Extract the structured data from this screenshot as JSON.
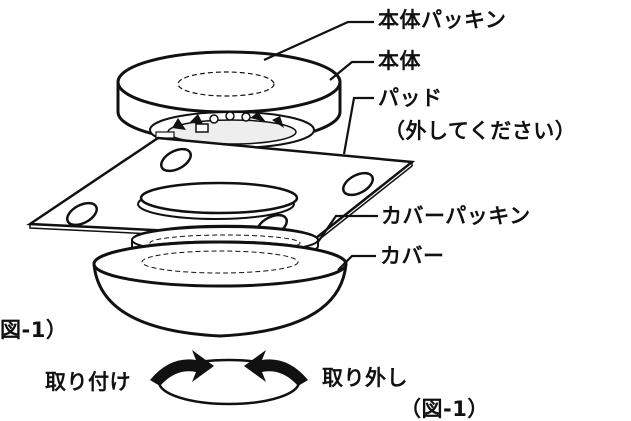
{
  "labels": {
    "body_packing": "本体パッキン",
    "body": "本体",
    "pad": "パッド",
    "pad_note": "（外してください）",
    "cover_packing": "カバーパッキン",
    "cover": "カバー",
    "figure_ref_left": "図-1）",
    "attach": "取り付け",
    "remove": "取り外し",
    "figure_ref": "（図-1）"
  },
  "colors": {
    "line": "#111111",
    "background": "#ffffff"
  }
}
